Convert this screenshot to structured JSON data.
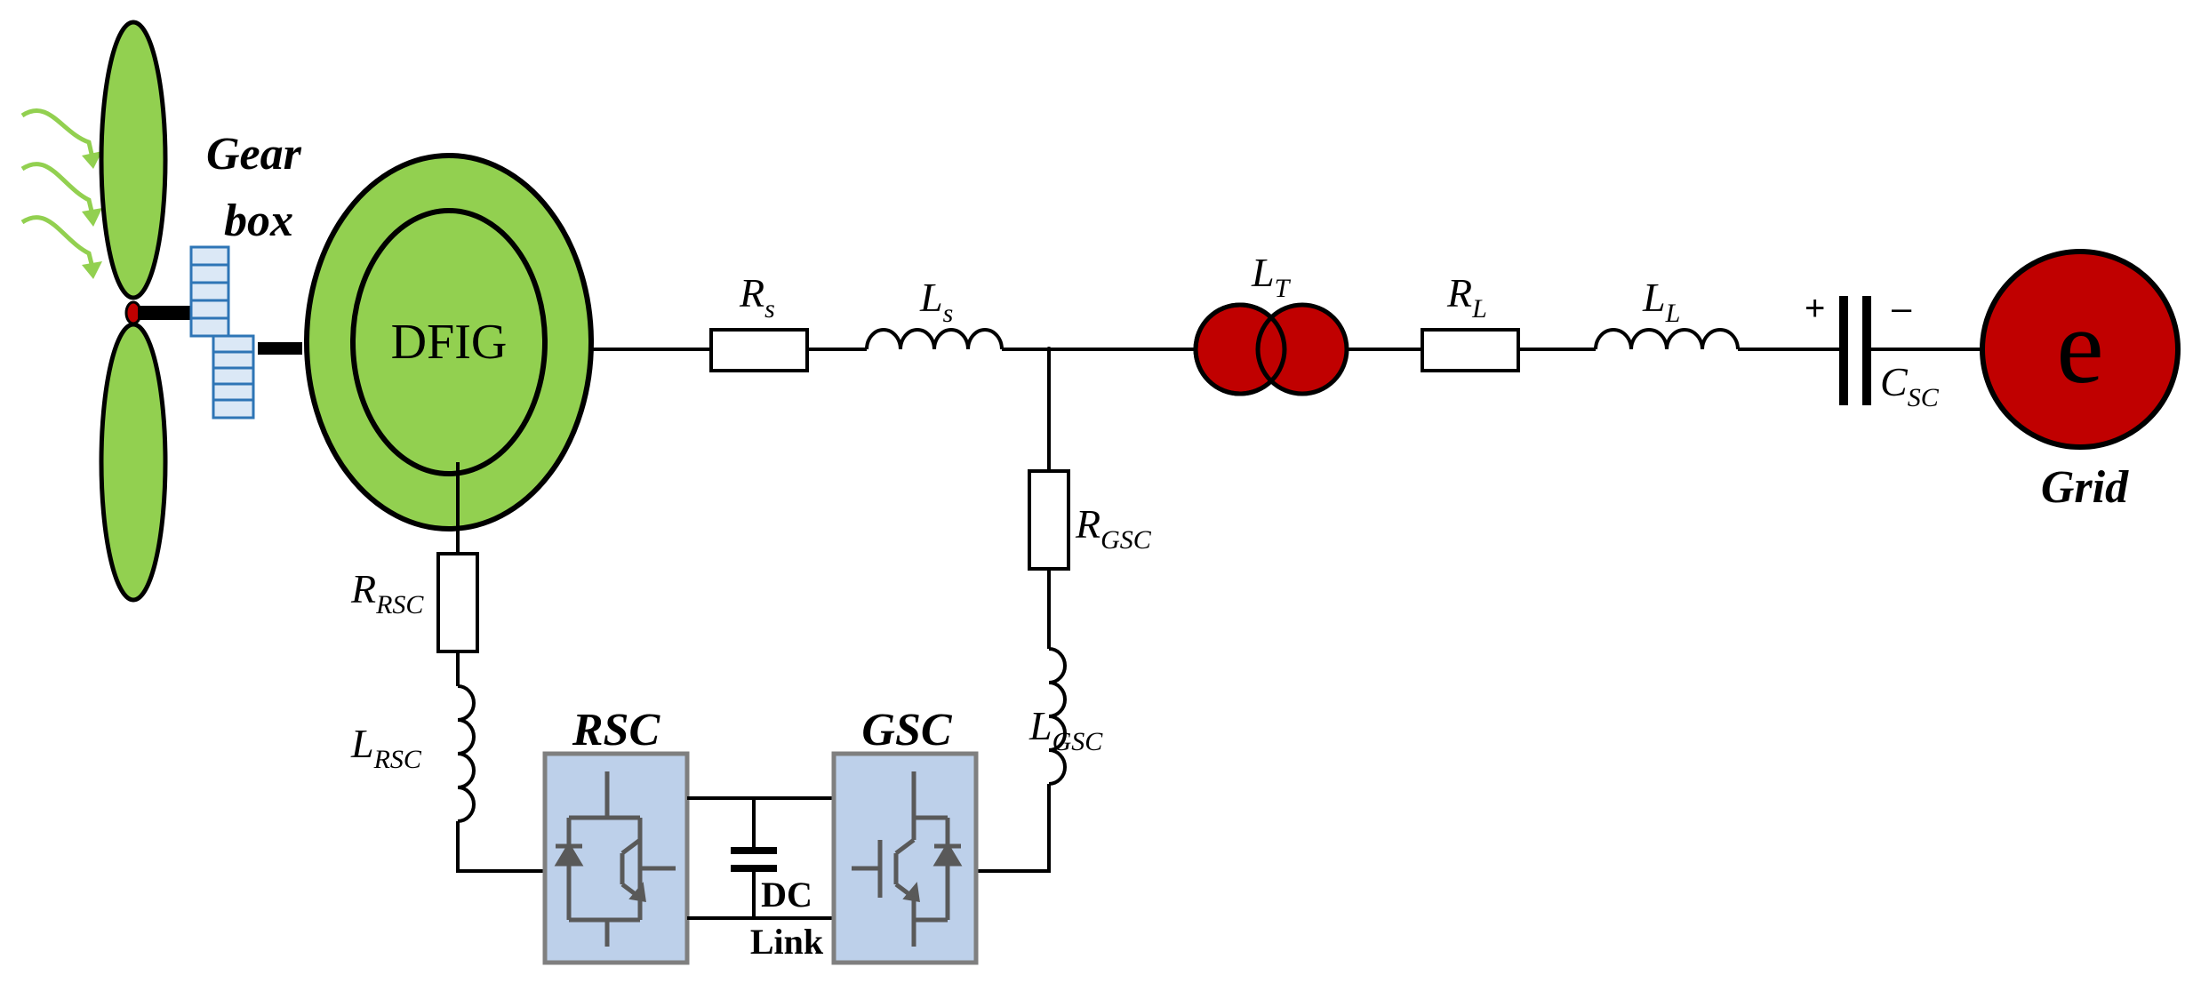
{
  "colors": {
    "turbine_green": "#92d050",
    "grid_red": "#c00000",
    "converter_blue": "#bdd0ea",
    "gear_blue": "#dbe8f6",
    "gear_outline": "#2e75b6"
  },
  "labels": {
    "gearbox_line1": "Gear",
    "gearbox_line2": "box",
    "generator": "DFIG",
    "rs_main": "R",
    "rs_sub": "s",
    "ls_main": "L",
    "ls_sub": "s",
    "lt_main": "L",
    "lt_sub": "T",
    "rl_main": "R",
    "rl_sub": "L",
    "ll_main": "L",
    "ll_sub": "L",
    "csc_main": "C",
    "csc_sub": "SC",
    "plus": "+",
    "minus": "–",
    "grid_symbol": "e",
    "grid": "Grid",
    "rgsc_main": "R",
    "rgsc_sub": "GSC",
    "lgsc_main": "L",
    "lgsc_sub": "GSC",
    "rrsc_main": "R",
    "rrsc_sub": "RSC",
    "lrsc_main": "L",
    "lrsc_sub": "RSC",
    "rsc": "RSC",
    "gsc": "GSC",
    "dc_line1": "DC",
    "dc_line2": "Link"
  }
}
